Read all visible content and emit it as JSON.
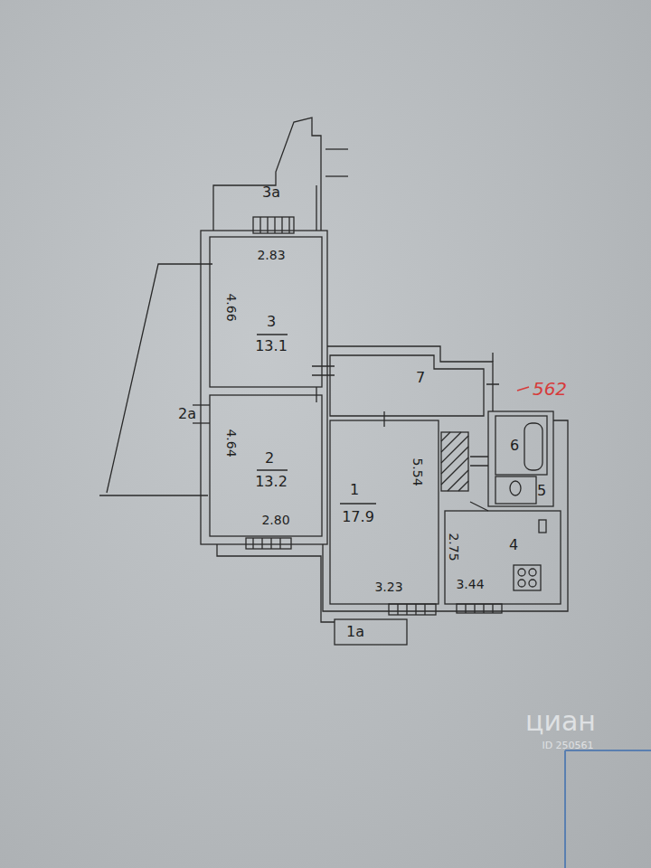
{
  "diagram": {
    "nodes": [
      {
        "text": [
          "3а"
        ]
      },
      {
        "text": [
          "3",
          "13.1"
        ]
      },
      {
        "text": [
          "2а"
        ]
      },
      {
        "text": [
          "2",
          "13.2"
        ]
      },
      {
        "text": [
          "7"
        ]
      },
      {
        "text": [
          "6"
        ]
      },
      {
        "text": [
          "5"
        ]
      },
      {
        "text": [
          "1",
          "17.9"
        ]
      },
      {
        "text": [
          "4"
        ]
      },
      {
        "text": [
          "1а"
        ]
      }
    ],
    "labels": [
      "2.83",
      "4.66",
      "4.64",
      "2.80",
      "5.54",
      "3.23",
      "2.75",
      "3.44",
      "562",
      "циан",
      "ID 250561"
    ]
  }
}
